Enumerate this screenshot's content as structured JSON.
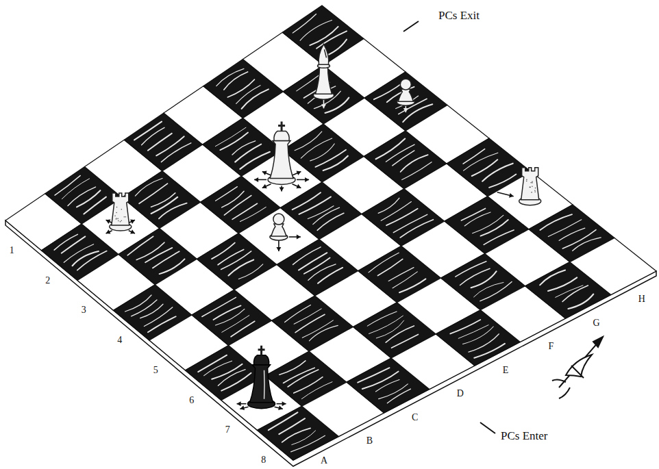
{
  "diagram": {
    "labels": [
      "PCs Exit",
      "1",
      "2",
      "3",
      "4",
      "5",
      "6",
      "7",
      "8",
      "H",
      "G",
      "F",
      "E",
      "D",
      "C",
      "B",
      "A",
      "PCs Enter"
    ]
  }
}
